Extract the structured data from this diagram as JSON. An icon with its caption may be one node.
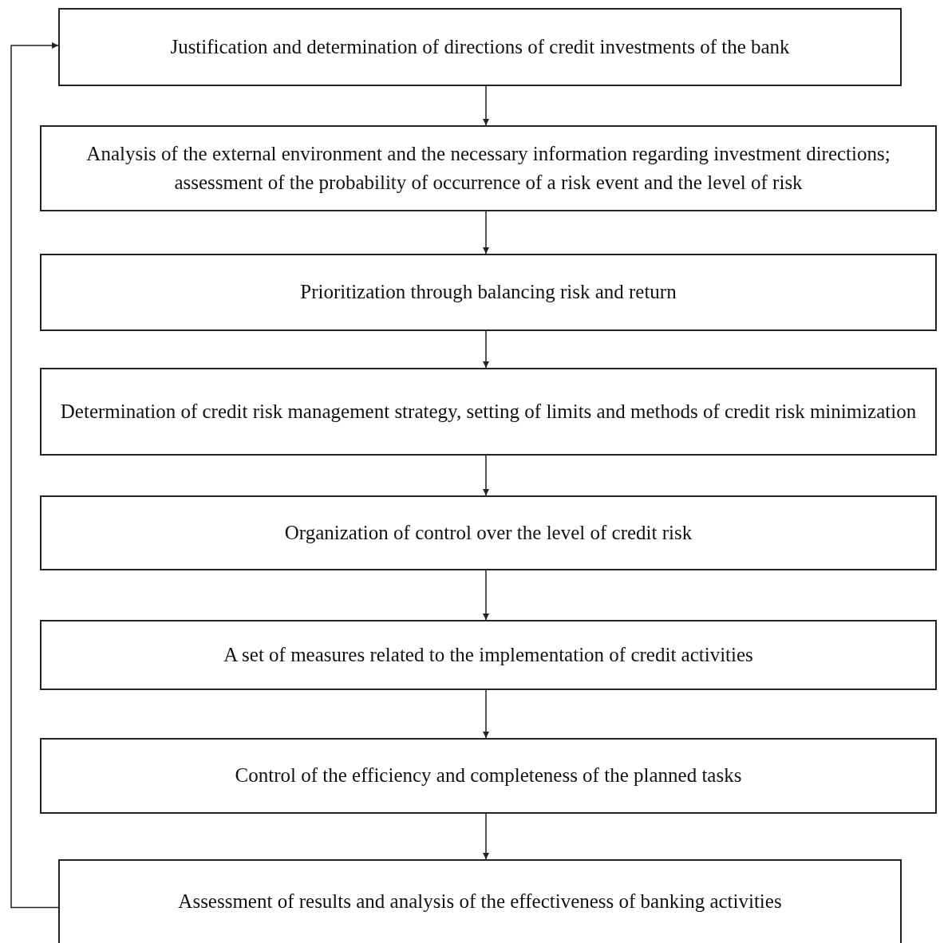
{
  "diagram": {
    "nodes": [
      {
        "text": [
          "Justification and determination of directions of credit investments of the bank"
        ]
      },
      {
        "text": [
          "Analysis of the external environment and the necessary information regarding investment directions; assessment of the probability of occurrence of a risk event and the level of risk"
        ]
      },
      {
        "text": [
          "Prioritization through balancing risk and return"
        ]
      },
      {
        "text": [
          "Determination of credit risk management strategy, setting of limits and methods of credit risk minimization"
        ]
      },
      {
        "text": [
          "Organization of control over the level of credit risk"
        ]
      },
      {
        "text": [
          "A set of measures related to the implementation of credit activities"
        ]
      },
      {
        "text": [
          "Control of the efficiency and completeness of the planned tasks"
        ]
      },
      {
        "text": [
          "Assessment of results and analysis of the effectiveness of banking activities"
        ]
      }
    ],
    "edges": [
      {
        "from": 0,
        "to": 1,
        "arrow": "to"
      },
      {
        "from": 1,
        "to": 2,
        "arrow": "to"
      },
      {
        "from": 2,
        "to": 3,
        "arrow": "to"
      },
      {
        "from": 3,
        "to": 4,
        "arrow": "to"
      },
      {
        "from": 4,
        "to": 5,
        "arrow": "to"
      },
      {
        "from": 5,
        "to": 6,
        "arrow": "to"
      },
      {
        "from": 6,
        "to": 7,
        "arrow": "to"
      },
      {
        "from": 7,
        "to": 0,
        "arrow": "to"
      }
    ]
  }
}
